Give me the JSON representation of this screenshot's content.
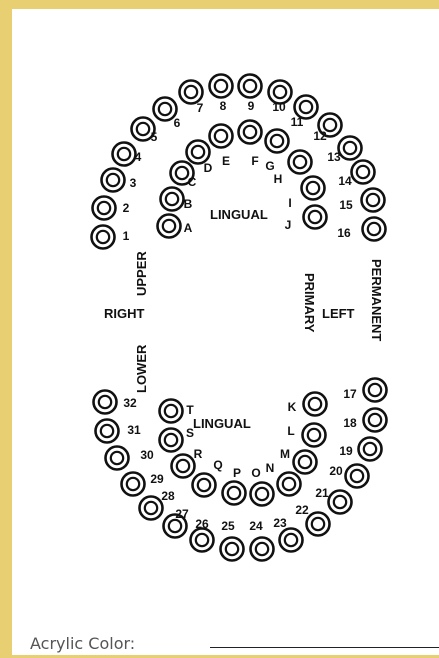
{
  "diagram": {
    "labels": {
      "lingual_upper": "LINGUAL",
      "lingual_lower": "LINGUAL",
      "upper": "UPPER",
      "lower": "LOWER",
      "right": "RIGHT",
      "left": "LEFT",
      "primary": "PRIMARY",
      "permanent": "PERMANENT"
    },
    "permanent_upper": [
      "1",
      "2",
      "3",
      "4",
      "5",
      "6",
      "7",
      "8",
      "9",
      "10",
      "11",
      "12",
      "13",
      "14",
      "15",
      "16"
    ],
    "permanent_lower": [
      "17",
      "18",
      "19",
      "20",
      "21",
      "22",
      "23",
      "24",
      "25",
      "26",
      "27",
      "28",
      "29",
      "30",
      "31",
      "32"
    ],
    "primary_upper": [
      "A",
      "B",
      "C",
      "D",
      "E",
      "F",
      "G",
      "H",
      "I",
      "J"
    ],
    "primary_lower": [
      "K",
      "L",
      "M",
      "N",
      "O",
      "P",
      "Q",
      "R",
      "S",
      "T"
    ]
  },
  "footer": {
    "label": "Acrylic Color:"
  }
}
